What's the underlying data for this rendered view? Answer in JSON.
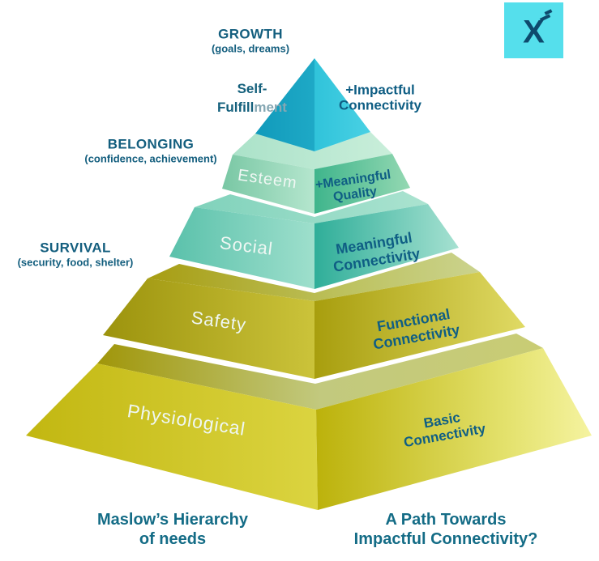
{
  "title": "Maslow pyramid mapped to connectivity levels",
  "logo": {
    "letter": "X"
  },
  "categories": [
    {
      "title": "GROWTH",
      "subtitle": "(goals, dreams)"
    },
    {
      "title": "BELONGING",
      "subtitle": "(confidence, achievement)"
    },
    {
      "title": "SURVIVAL",
      "subtitle": "(security, food, shelter)"
    }
  ],
  "levels": [
    {
      "need_line1": "Self-",
      "need_line2_main": "Fulfill",
      "need_line2_overlap": "ment",
      "conn_line1": "+Impactful",
      "conn_line2": "Connectivity"
    },
    {
      "need": "Esteem",
      "conn_line1": "+Meaningful",
      "conn_line2": "Quality"
    },
    {
      "need": "Social",
      "conn_line1": "Meaningful",
      "conn_line2": "Connectivity"
    },
    {
      "need": "Safety",
      "conn_line1": "Functional",
      "conn_line2": "Connectivity"
    },
    {
      "need": "Physiological",
      "conn_line1": "Basic",
      "conn_line2": "Connectivity"
    }
  ],
  "captions": {
    "left_line1": "Maslow’s Hierarchy",
    "left_line2": "of needs",
    "right_line1": "A Path Towards",
    "right_line2": "Impactful Connectivity?"
  },
  "palette": {
    "apex_left": "#119abb",
    "apex_right": "#3ac9de",
    "esteem_green": "#7ac7a5",
    "social_teal": "#5ac1ab",
    "safety_olive": "#a89e0e",
    "physiological_yellow": "#c2b711",
    "label_dark": "#0f5e84",
    "label_light": "#eff7f3",
    "caption_color": "#146c86",
    "logo_bg": "#55dfec",
    "logo_fg": "#0e4a6d"
  }
}
